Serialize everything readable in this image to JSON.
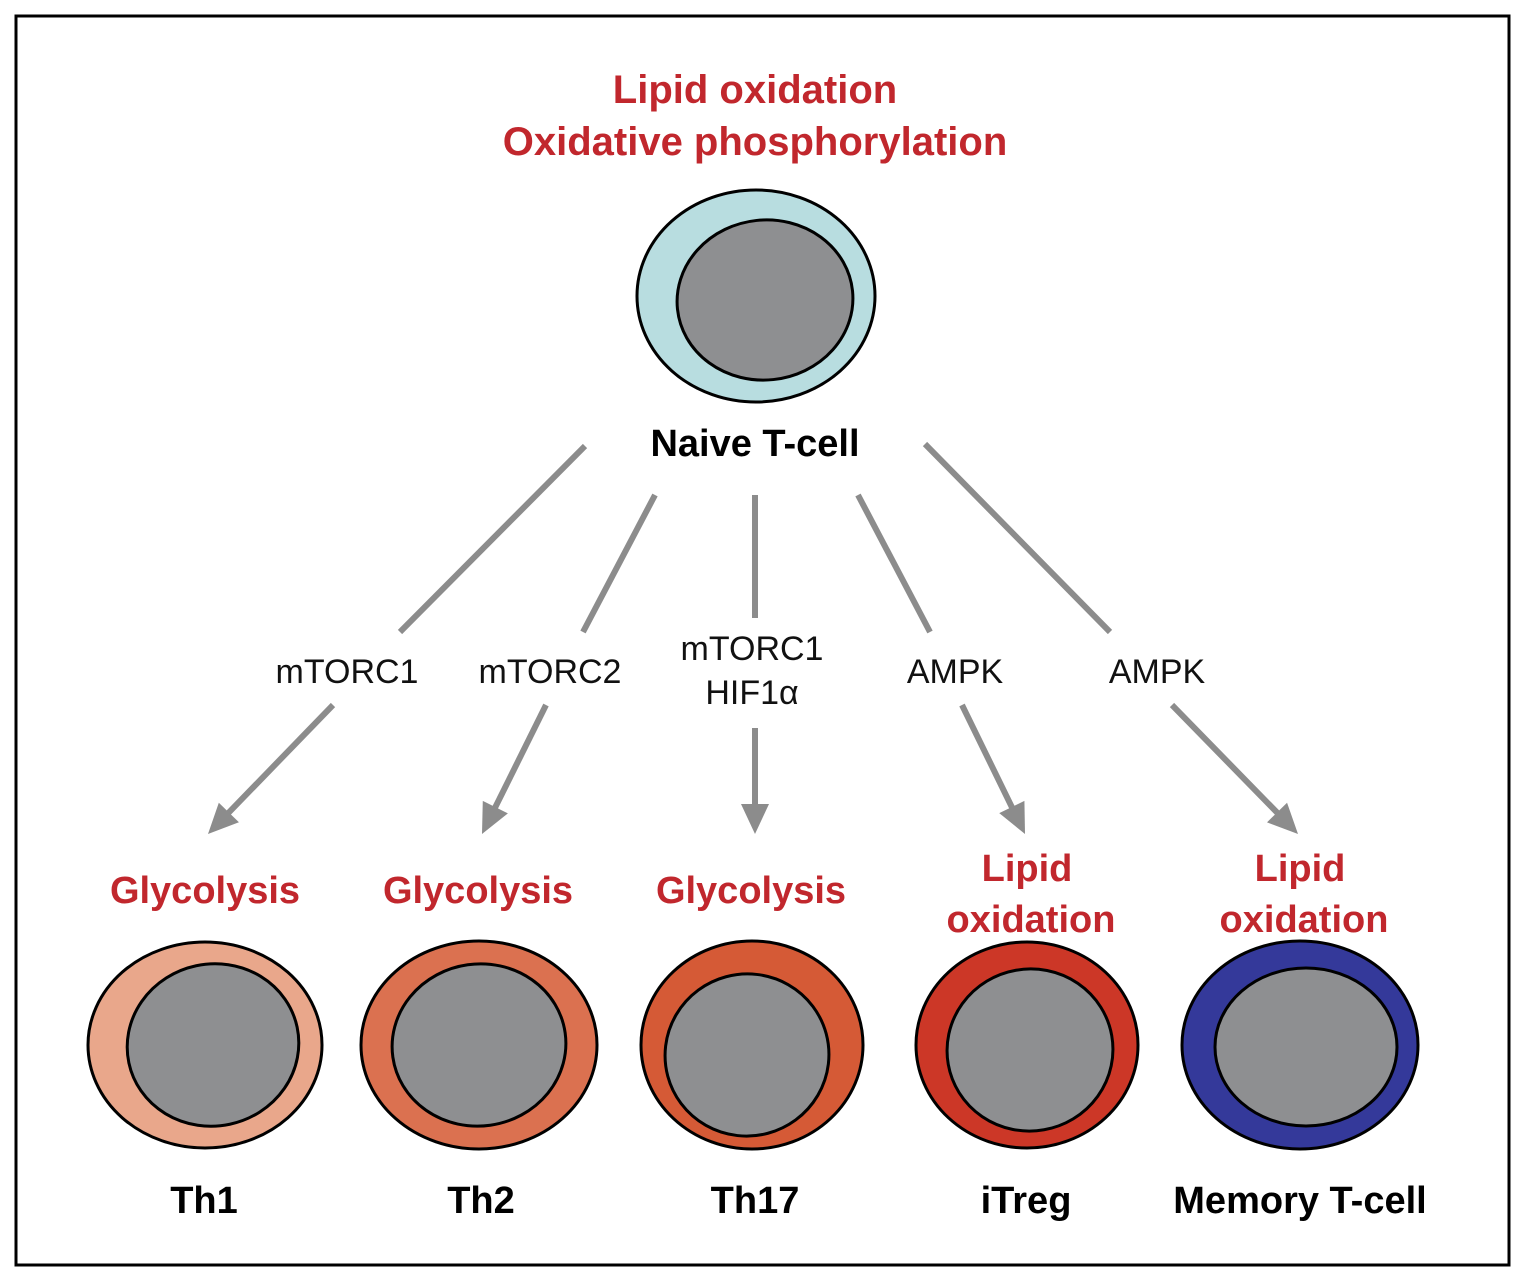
{
  "figure": {
    "top_metabolism": {
      "line1": "Lipid oxidation",
      "line2": "Oxidative phosphorylation",
      "color": "#c1272d"
    },
    "naive_cell": {
      "label": "Naive T-cell",
      "cytoplasm_color": "#b8dde0",
      "nucleus_color": "#8e8f91"
    },
    "pathways": [
      {
        "lines": [
          "mTORC1"
        ],
        "target": "Th1"
      },
      {
        "lines": [
          "mTORC2"
        ],
        "target": "Th2"
      },
      {
        "lines": [
          "mTORC1",
          "HIF1α"
        ],
        "target": "Th17"
      },
      {
        "lines": [
          "AMPK"
        ],
        "target": "iTreg"
      },
      {
        "lines": [
          "AMPK"
        ],
        "target": "Memory T-cell"
      }
    ],
    "subsets": [
      {
        "name": "Th1",
        "metabolism": [
          "Glycolysis"
        ],
        "cytoplasm_color": "#e9a78b"
      },
      {
        "name": "Th2",
        "metabolism": [
          "Glycolysis"
        ],
        "cytoplasm_color": "#db7150"
      },
      {
        "name": "Th17",
        "metabolism": [
          "Glycolysis"
        ],
        "cytoplasm_color": "#d55a36"
      },
      {
        "name": "iTreg",
        "metabolism": [
          "Lipid",
          "oxidation"
        ],
        "cytoplasm_color": "#cc3727"
      },
      {
        "name": "Memory T-cell",
        "metabolism": [
          "Lipid",
          "oxidation"
        ],
        "cytoplasm_color": "#34399a"
      }
    ],
    "arrow_color": "#8c8c8c",
    "frame_color": "#000000"
  }
}
